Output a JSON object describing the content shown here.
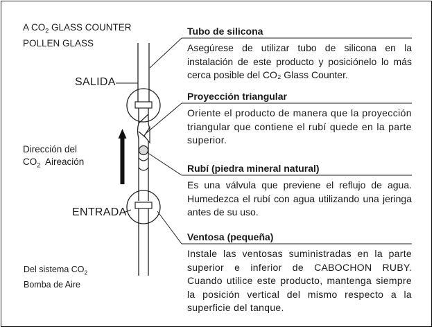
{
  "product": {
    "line1_prefix": "A CO",
    "line1_sub": "2",
    "line1_suffix": " GLASS COUNTER",
    "line2": "POLLEN GLASS"
  },
  "outlet_label": "SALIDA",
  "inlet_label": "ENTRADA",
  "direction": {
    "line1": "Dirección del",
    "line2_prefix": "CO",
    "line2_sub": "2",
    "line2_suffix": "  Aireación"
  },
  "source": {
    "line1_prefix": "Del sistema CO",
    "line1_sub": "2",
    "line2": "Bomba de Aire"
  },
  "sections": [
    {
      "title": "Tubo de silicona",
      "body": "Asegúrese de utilizar tubo de silicona en la instalación de este producto y posiciónelo lo más cerca posible del CO₂ Glass Counter."
    },
    {
      "title": "Proyección triangular",
      "body": "Oriente el producto de manera que la proyección triangular que contiene el rubí quede en la parte superior."
    },
    {
      "title": "Rubí (piedra mineral natural)",
      "body": "Es una válvula que previene el reflujo de agua. Humedezca el rubí con agua utilizando una jeringa antes de su uso."
    },
    {
      "title": "Ventosa (pequeña)",
      "body": "Instale las ventosas suministradas en la parte superior e inferior de CABOCHON RUBY. Cuando utilice este producto, mantenga siempre la posición vertical del mismo respecto a la superficie del tanque."
    }
  ]
}
